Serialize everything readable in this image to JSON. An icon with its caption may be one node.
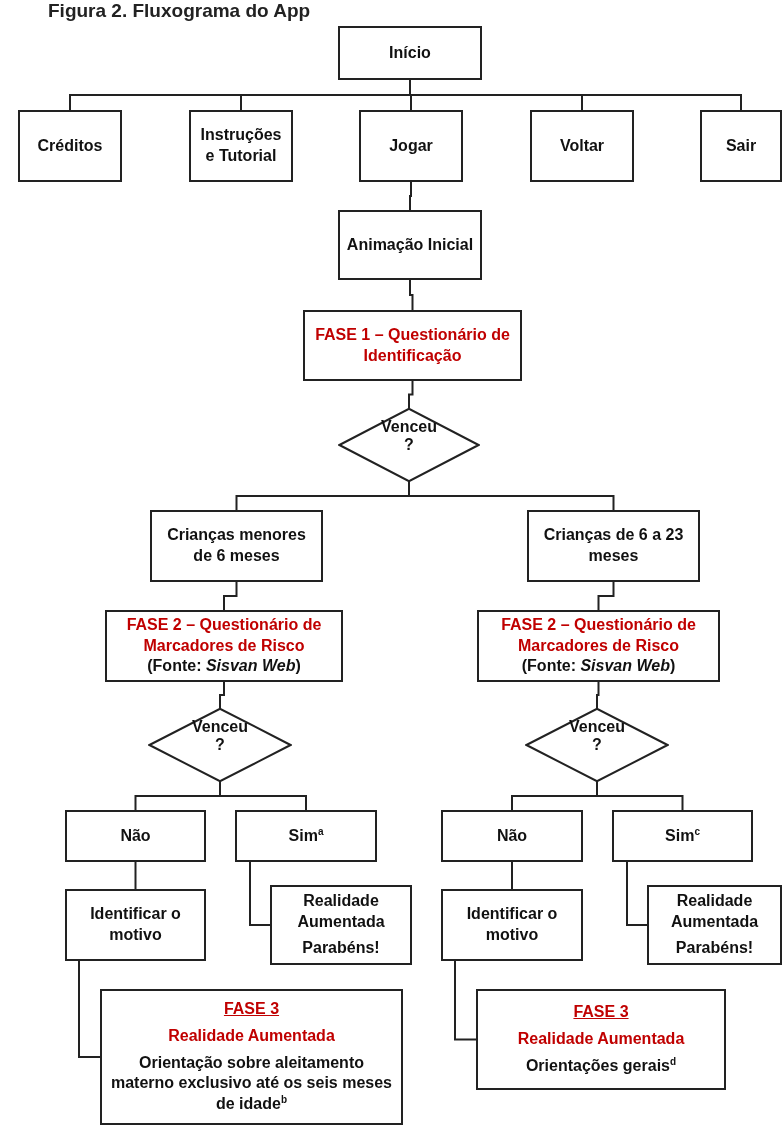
{
  "diagram": {
    "title": "**Figura 2.** Fluxograma do App",
    "nodes": [
      {
        "text": [
          "Início"
        ]
      },
      {
        "text": [
          "Créditos"
        ]
      },
      {
        "text": [
          "Instruções e Tutorial"
        ]
      },
      {
        "text": [
          "Jogar"
        ]
      },
      {
        "text": [
          "Voltar"
        ]
      },
      {
        "text": [
          "Sair"
        ]
      },
      {
        "text": [
          "Animação Inicial"
        ]
      },
      {
        "text": [
          "**FASE 1** – Questionário de Identificação"
        ]
      },
      {
        "text": [
          "Venceu ?"
        ]
      },
      {
        "text": [
          "Crianças menores de 6 meses"
        ]
      },
      {
        "text": [
          "Crianças de 6 a 23 meses"
        ]
      },
      {
        "text": [
          "**FASE 2** – Questionário de Marcadores de Risco",
          "(Fonte: *Sisvan Web*)"
        ]
      },
      {
        "text": [
          "**FASE 2** – Questionário de Marcadores de Risco",
          "(Fonte: *Sisvan Web*)"
        ]
      },
      {
        "text": [
          "Venceu ?"
        ]
      },
      {
        "text": [
          "Venceu ?"
        ]
      },
      {
        "text": [
          "Não"
        ]
      },
      {
        "text": [
          "Sim$^{a}$"
        ]
      },
      {
        "text": [
          "Identificar o motivo"
        ]
      },
      {
        "text": [
          "Realidade Aumentada",
          "Parabéns!"
        ]
      },
      {
        "text": [
          "FASE 3",
          "Realidade Aumentada",
          "Orientação sobre aleitamento materno exclusivo até os seis meses de idade$^{b}$"
        ]
      },
      {
        "text": [
          "Não"
        ]
      },
      {
        "text": [
          "Sim$^{c}$"
        ]
      },
      {
        "text": [
          "Identificar o motivo"
        ]
      },
      {
        "text": [
          "Realidade Aumentada",
          "Parabéns!"
        ]
      },
      {
        "text": [
          "FASE 3",
          "Realidade Aumentada",
          "Orientações gerais$^{d}$"
        ]
      }
    ],
    "edges": [
      {
        "from": 0,
        "to": 1,
        "arrow": "none"
      },
      {
        "from": 0,
        "to": 2,
        "arrow": "none"
      },
      {
        "from": 0,
        "to": 3,
        "arrow": "none"
      },
      {
        "from": 0,
        "to": 4,
        "arrow": "none"
      },
      {
        "from": 0,
        "to": 5,
        "arrow": "none"
      },
      {
        "from": 3,
        "to": 6,
        "arrow": "none"
      },
      {
        "from": 6,
        "to": 7,
        "arrow": "none"
      },
      {
        "from": 7,
        "to": 8,
        "arrow": "none"
      },
      {
        "from": 8,
        "to": 9,
        "arrow": "none"
      },
      {
        "from": 8,
        "to": 10,
        "arrow": "none"
      },
      {
        "from": 9,
        "to": 11,
        "arrow": "none"
      },
      {
        "from": 10,
        "to": 12,
        "arrow": "none"
      },
      {
        "from": 11,
        "to": 13,
        "arrow": "none"
      },
      {
        "from": 12,
        "to": 14,
        "arrow": "none"
      },
      {
        "from": 13,
        "to": 15,
        "arrow": "none"
      },
      {
        "from": 13,
        "to": 16,
        "arrow": "none"
      },
      {
        "from": 15,
        "to": 17,
        "arrow": "none"
      },
      {
        "from": 16,
        "to": 18,
        "arrow": "none"
      },
      {
        "from": 17,
        "to": 19,
        "arrow": "none"
      },
      {
        "from": 14,
        "to": 20,
        "arrow": "none"
      },
      {
        "from": 14,
        "to": 21,
        "arrow": "none"
      },
      {
        "from": 20,
        "to": 22,
        "arrow": "none"
      },
      {
        "from": 21,
        "to": 23,
        "arrow": "none"
      },
      {
        "from": 22,
        "to": 24,
        "arrow": "none"
      }
    ]
  }
}
